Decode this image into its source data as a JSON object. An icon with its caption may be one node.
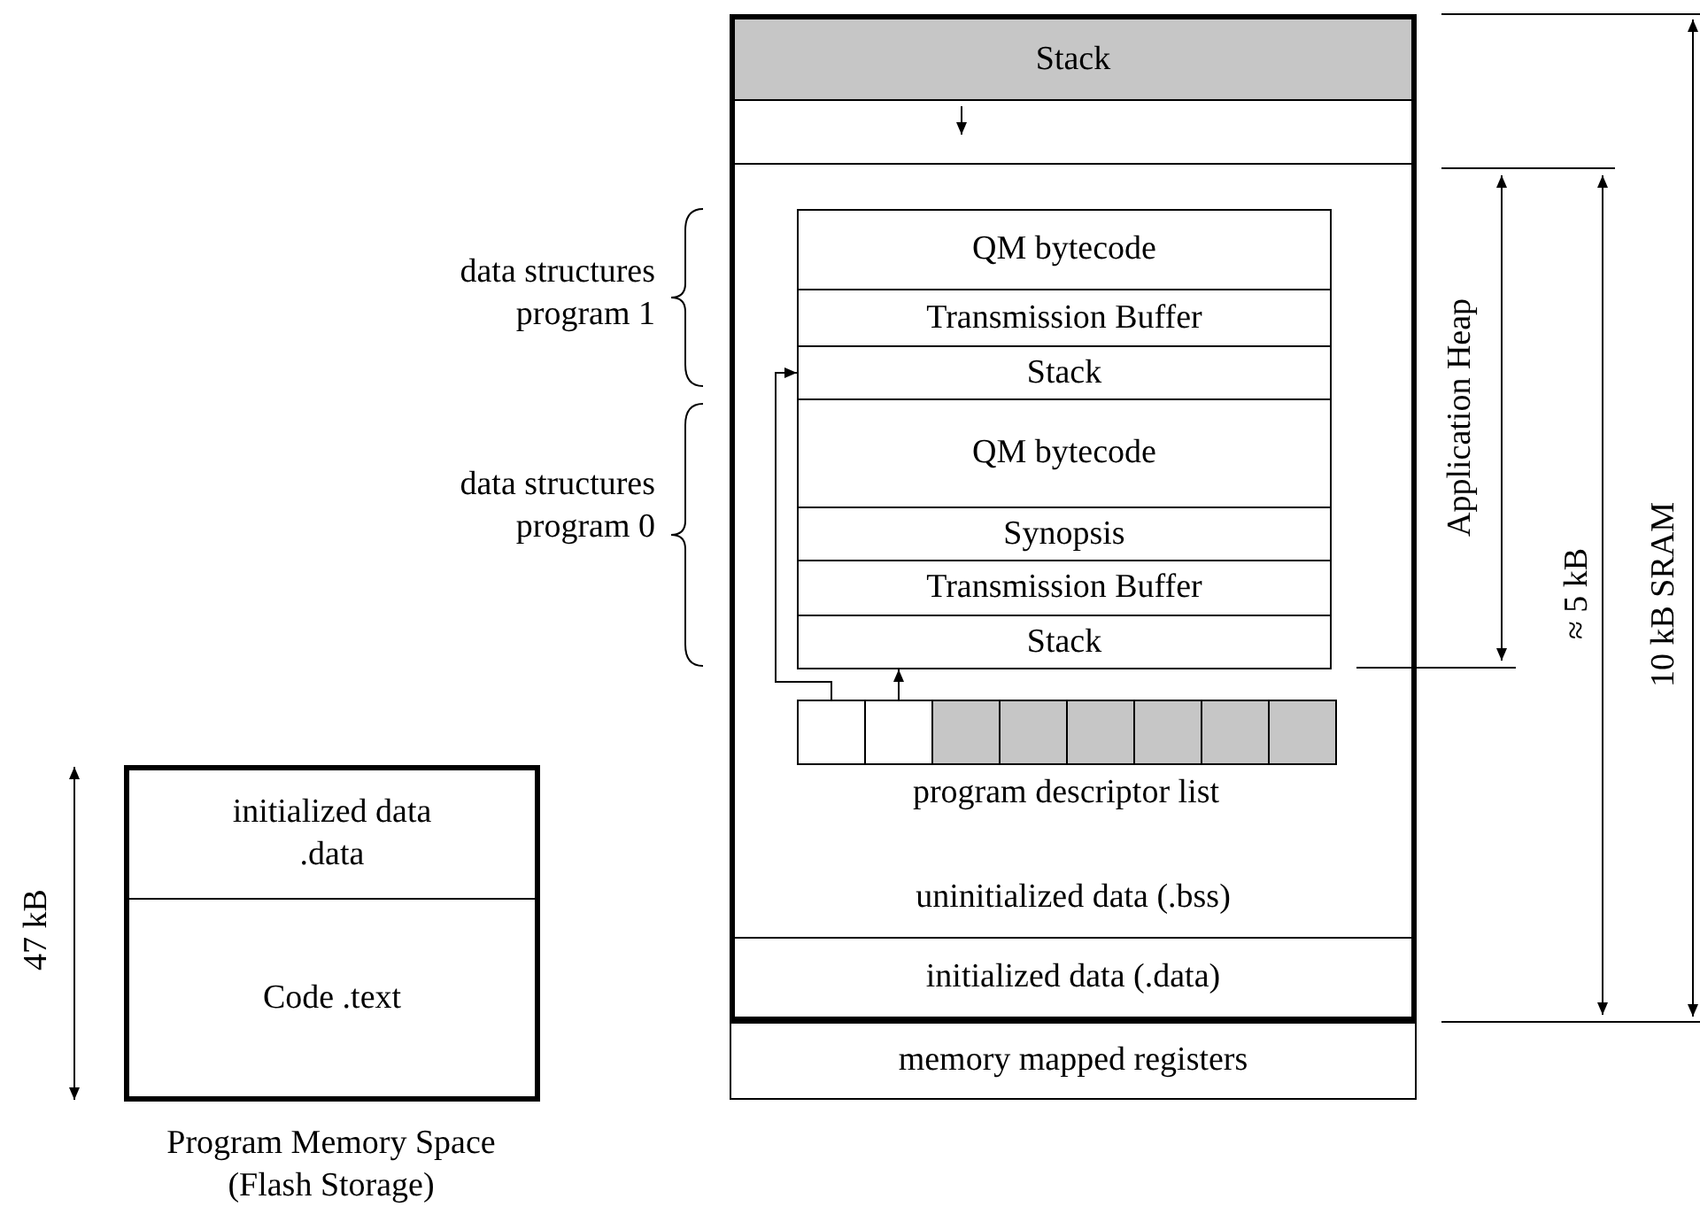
{
  "diagram": {
    "nodes": [
      {
        "text": [],
        "shape": "box"
      },
      {
        "text": [
          "Stack"
        ],
        "in": 0
      },
      {
        "text": [],
        "shape": "box",
        "in": 0
      },
      {
        "text": [
          "uninitialized data (.bss)"
        ],
        "in": 0
      },
      {
        "text": [
          "QM bytecode"
        ],
        "in": 3
      },
      {
        "text": [
          "Transmission Buffer"
        ],
        "in": 3
      },
      {
        "text": [
          "Stack"
        ],
        "in": 3
      },
      {
        "text": [
          "QM bytecode"
        ],
        "in": 3
      },
      {
        "text": [
          "Synopsis"
        ],
        "in": 3
      },
      {
        "text": [
          "Transmission Buffer"
        ],
        "in": 3
      },
      {
        "text": [
          "Stack"
        ],
        "in": 3
      },
      {
        "text": [],
        "shape": "box",
        "in": 3
      },
      {
        "text": [],
        "shape": "box",
        "in": 3
      },
      {
        "text": [],
        "shape": "box",
        "in": 3
      },
      {
        "text": [],
        "shape": "box",
        "in": 3
      },
      {
        "text": [],
        "shape": "box",
        "in": 3
      },
      {
        "text": [],
        "shape": "box",
        "in": 3
      },
      {
        "text": [],
        "shape": "box",
        "in": 3
      },
      {
        "text": [],
        "shape": "box",
        "in": 3
      },
      {
        "text": [
          "initialized data (.data)"
        ],
        "in": 0
      },
      {
        "text": [
          "memory mapped registers"
        ]
      },
      {
        "text": [],
        "shape": "box"
      },
      {
        "text": [
          "initialized data .data"
        ],
        "in": 21
      },
      {
        "text": [
          "Code .text"
        ],
        "in": 21
      }
    ],
    "edges": [
      {
        "from": 11,
        "to": 6,
        "arrow": "to"
      },
      {
        "from": 12,
        "to": 10,
        "arrow": "to"
      }
    ],
    "labels": [
      "data structures program 1",
      "data structures program 0",
      "program descriptor list",
      "Application Heap",
      "≈ 5 kB",
      "10 kB SRAM",
      "47 kB",
      "Program Memory Space (Flash Storage)"
    ]
  }
}
